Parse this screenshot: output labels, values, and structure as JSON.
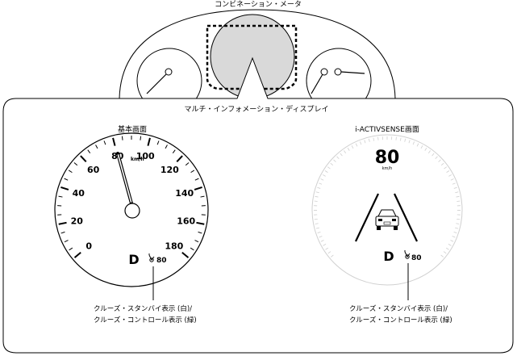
{
  "combination_meter": {
    "title": "コンビネーション・メータ"
  },
  "multi_info_display": {
    "title": "マルチ・インフォメーション・ディスプレイ",
    "basic_screen": {
      "title": "基本画面",
      "unit": "km/h",
      "tick_labels": [
        "0",
        "20",
        "40",
        "60",
        "80",
        "100",
        "120",
        "140",
        "160",
        "180"
      ],
      "gear": "D",
      "cruise_speed": "80"
    },
    "iactivsense_screen": {
      "title": "i-ACTIVSENSE画面",
      "speed": "80",
      "unit": "km/h",
      "gear": "D",
      "cruise_speed": "80"
    }
  },
  "callouts": {
    "left_line1": "クルーズ・スタンバイ表示 (白)/",
    "left_line2": "クルーズ・コントロール表示 (緑)",
    "right_line1": "クルーズ・スタンバイ表示 (白)/",
    "right_line2": "クルーズ・コントロール表示 (緑)"
  },
  "icons": {
    "cruise": "cruise-control-icon",
    "vehicle": "vehicle-rear-icon"
  }
}
